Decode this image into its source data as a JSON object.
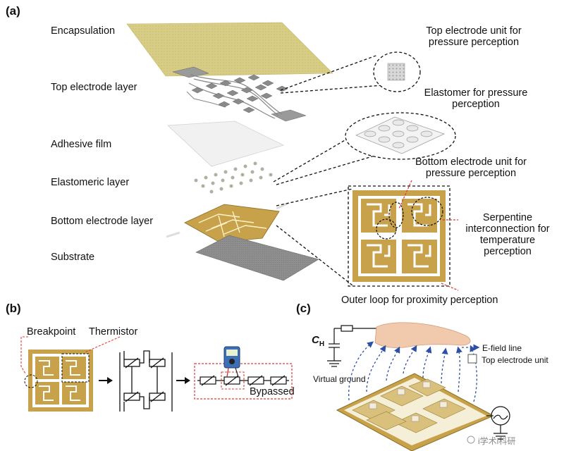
{
  "panels": {
    "a": "(a)",
    "b": "(b)",
    "c": "(c)"
  },
  "layers": {
    "encapsulation": "Encapsulation",
    "top_electrode_layer": "Top electrode layer",
    "adhesive_film": "Adhesive film",
    "elastomeric_layer": "Elastomeric layer",
    "bottom_electrode_layer": "Bottom electrode layer",
    "substrate": "Substrate"
  },
  "callouts": {
    "top_electrode_unit": "Top electrode unit for pressure perception",
    "elastomer": "Elastomer for pressure perception",
    "bottom_electrode_unit": "Bottom electrode unit for pressure perception",
    "serpentine": "Serpentine interconnection for temperature perception",
    "outer_loop": "Outer loop for proximity perception"
  },
  "panel_b": {
    "breakpoint": "Breakpoint",
    "thermistor": "Thermistor",
    "bypassed": "Bypassed"
  },
  "panel_c": {
    "ch_main": "C",
    "ch_sub": "H",
    "virtual_ground": "Virtual ground",
    "efield_legend": "E-field line",
    "top_unit_legend": "Top electrode unit",
    "ac_label": "AC",
    "watermark": "i学术i科研"
  },
  "colors": {
    "gold": "#c8a24a",
    "gold_light": "#dcc27a",
    "encapsulation": "#d9cf8a",
    "substrate": "#8c8c8c",
    "red_dashed": "#e23b3b",
    "efield_blue": "#2e4fa8"
  }
}
